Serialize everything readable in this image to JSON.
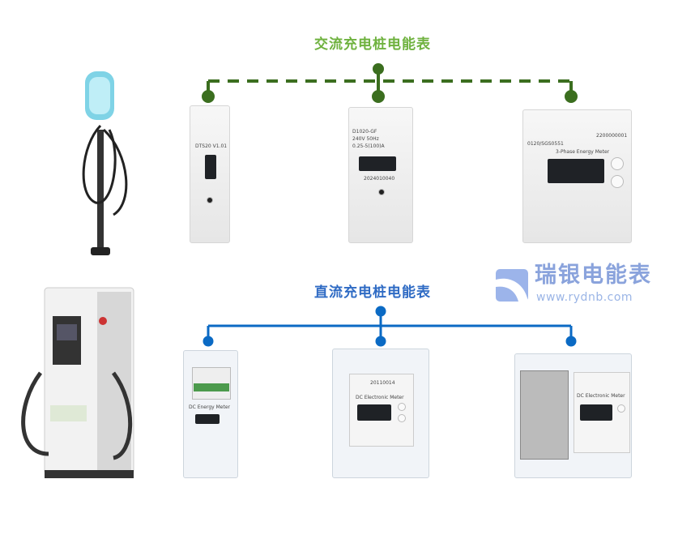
{
  "ac_section": {
    "title": "交流充电桩电能表",
    "color": "#5a9a2f",
    "line_color": "#3b6e1f"
  },
  "dc_section": {
    "title": "直流充电桩电能表",
    "color": "#2f6bc4",
    "line_color": "#0b6ac4"
  },
  "logo": {
    "name": "瑞银电能表",
    "url": "www.rydnb.com"
  },
  "ac_meters": [
    {
      "model": "DTS20 V1.01"
    },
    {
      "model": "D1020-GF",
      "spec": "240V 50Hz",
      "current": "0.25-5(100)A",
      "serial": "2024010040"
    },
    {
      "model": "0120/SGS0551",
      "desc": "3-Phase Energy Meter",
      "serial": "2200000001"
    }
  ],
  "dc_meters": [
    {
      "model": "DC Energy Meter"
    },
    {
      "model": "DC Electronic Meter",
      "serial": "20110014"
    },
    {
      "model": "DC Electronic Meter"
    }
  ]
}
